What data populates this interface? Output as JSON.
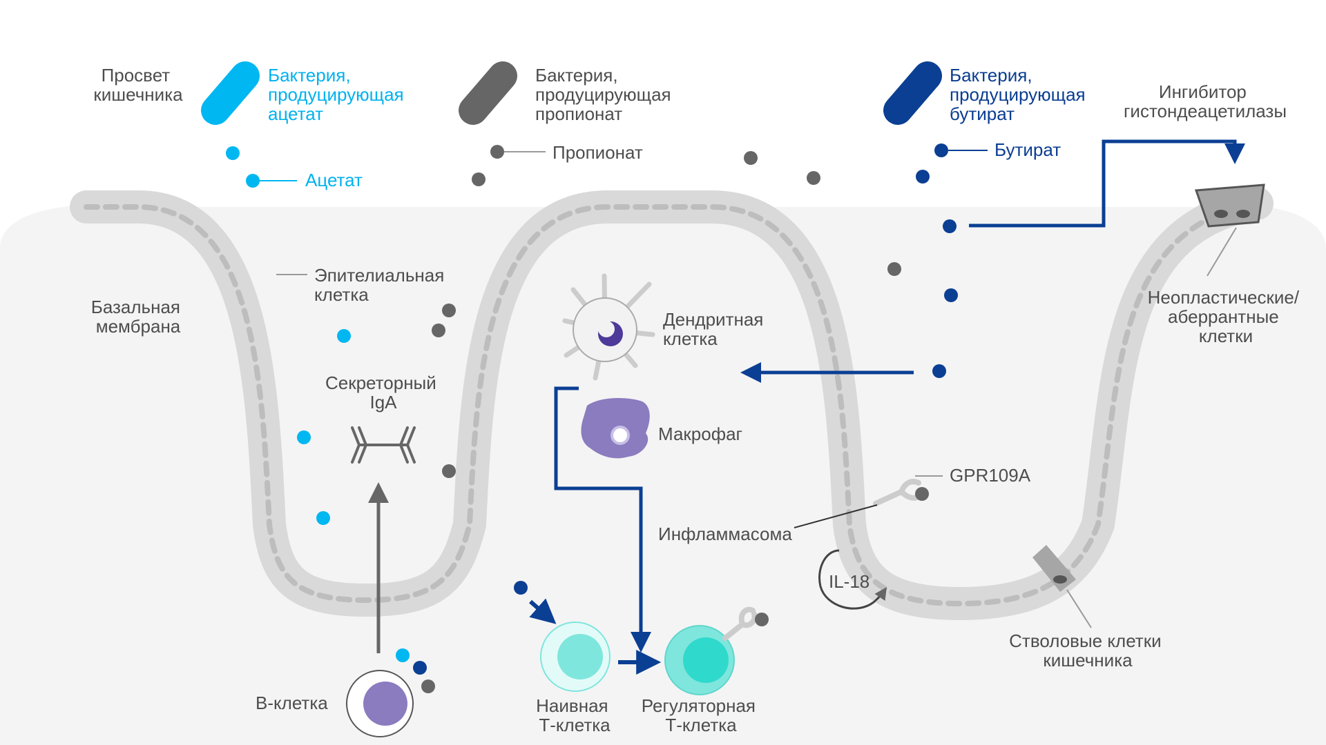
{
  "colors": {
    "acetate": "#00b7f1",
    "propionate": "#666666",
    "butyrate": "#0b3f93",
    "epithelium": "#d9d9d9",
    "background_tissue": "#f4f4f4",
    "label_gray": "#4d4d4d"
  },
  "labels": {
    "lumen": [
      "Просвет",
      "кишечника"
    ],
    "acetate_bacterium": [
      "Бактерия,",
      "продуцирующая",
      "ацетат"
    ],
    "propionate_bacterium": [
      "Бактерия,",
      "продуцирующая",
      "пропионат"
    ],
    "butyrate_bacterium": [
      "Бактерия,",
      "продуцирующая",
      "бутират"
    ],
    "hdac_inhibitor": [
      "Ингибитор",
      "гистондеацетилазы"
    ],
    "acetate": "Ацетат",
    "propionate": "Пропионат",
    "butyrate": "Бутират",
    "epithelial_cell": [
      "Эпителиальная",
      "клетка"
    ],
    "basal_membrane": [
      "Базальная",
      "мембрана"
    ],
    "secretory_iga": [
      "Секреторный",
      "IgA"
    ],
    "dendritic_cell": [
      "Дендритная",
      "клетка"
    ],
    "macrophage": "Макрофаг",
    "neoplastic_cells": [
      "Неопластические/",
      "аберрантные",
      "клетки"
    ],
    "gpr109a": "GPR109A",
    "inflammasome": "Инфламмасома",
    "il18": "IL-18",
    "stem_cells": [
      "Стволовые клетки",
      "кишечника"
    ],
    "b_cell": "В-клетка",
    "naive_t_cell": [
      "Наивная",
      "Т-клетка"
    ],
    "regulatory_t_cell": [
      "Регуляторная",
      "Т-клетка"
    ]
  }
}
